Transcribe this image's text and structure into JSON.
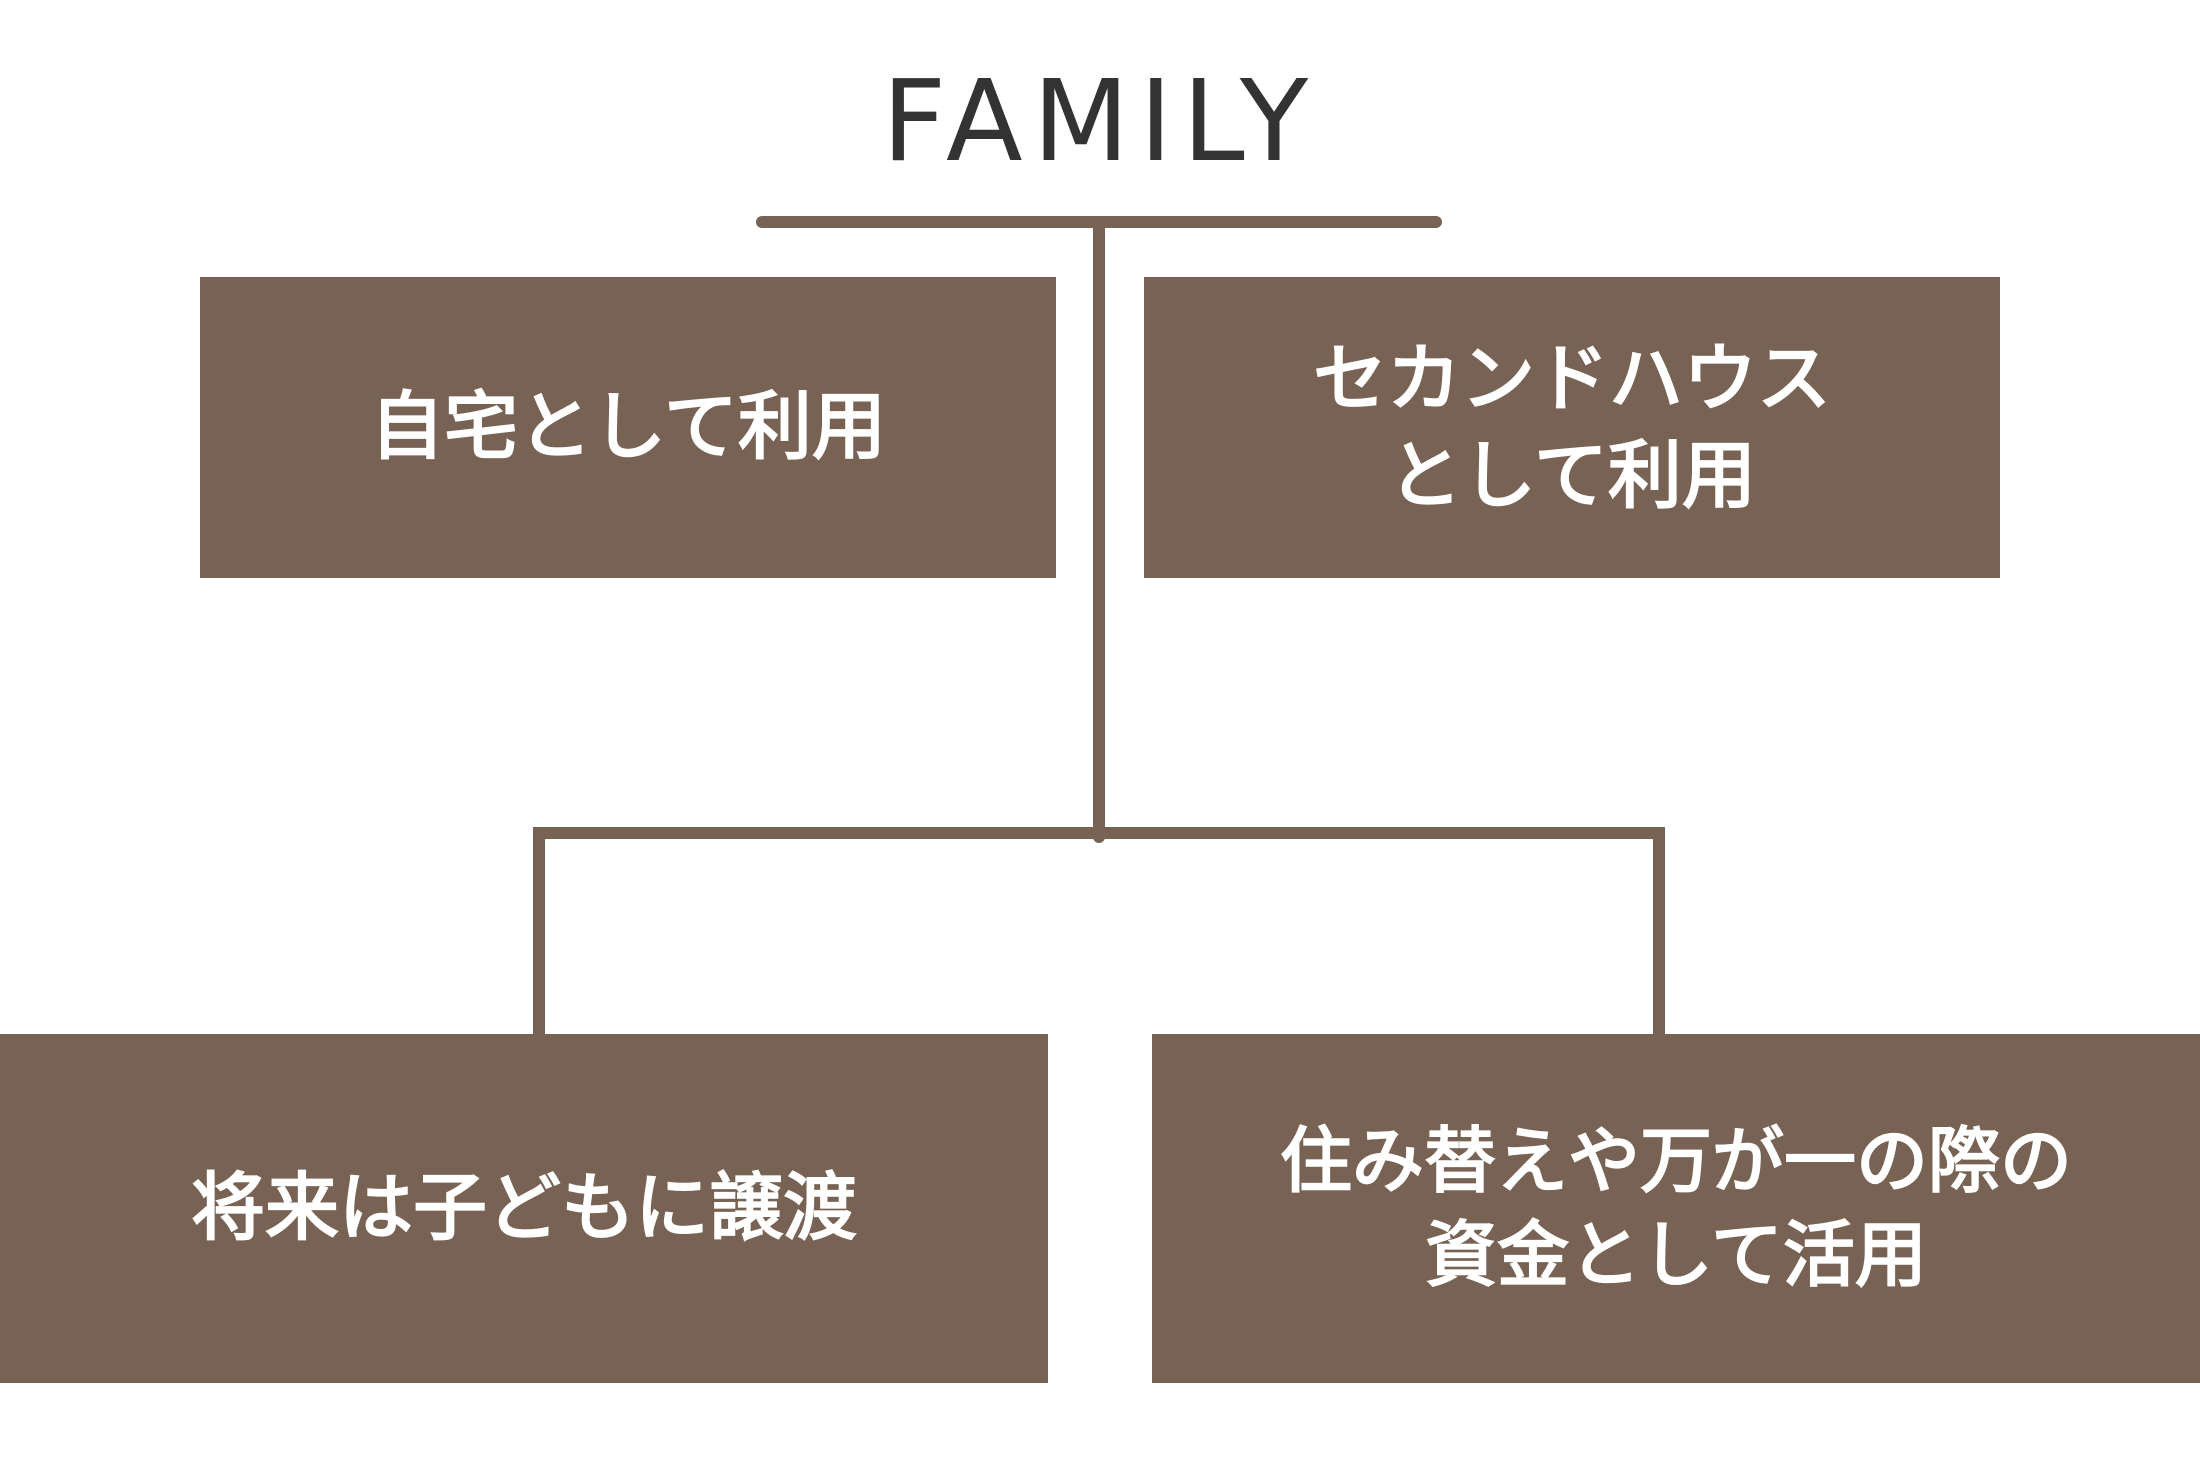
{
  "diagram": {
    "title": "FAMILY",
    "colors": {
      "box_fill": "#786254",
      "line": "#786254",
      "title_text": "#333333",
      "box_text": "#ffffff"
    },
    "nodes": [
      {
        "id": "box-1",
        "text": "自宅として利用"
      },
      {
        "id": "box-2",
        "text": "セカンドハウス\nとして利用"
      },
      {
        "id": "box-3",
        "text": "将来は子どもに譲渡"
      },
      {
        "id": "box-4",
        "text": "住み替えや万が一の際の\n資金として活用"
      }
    ]
  }
}
